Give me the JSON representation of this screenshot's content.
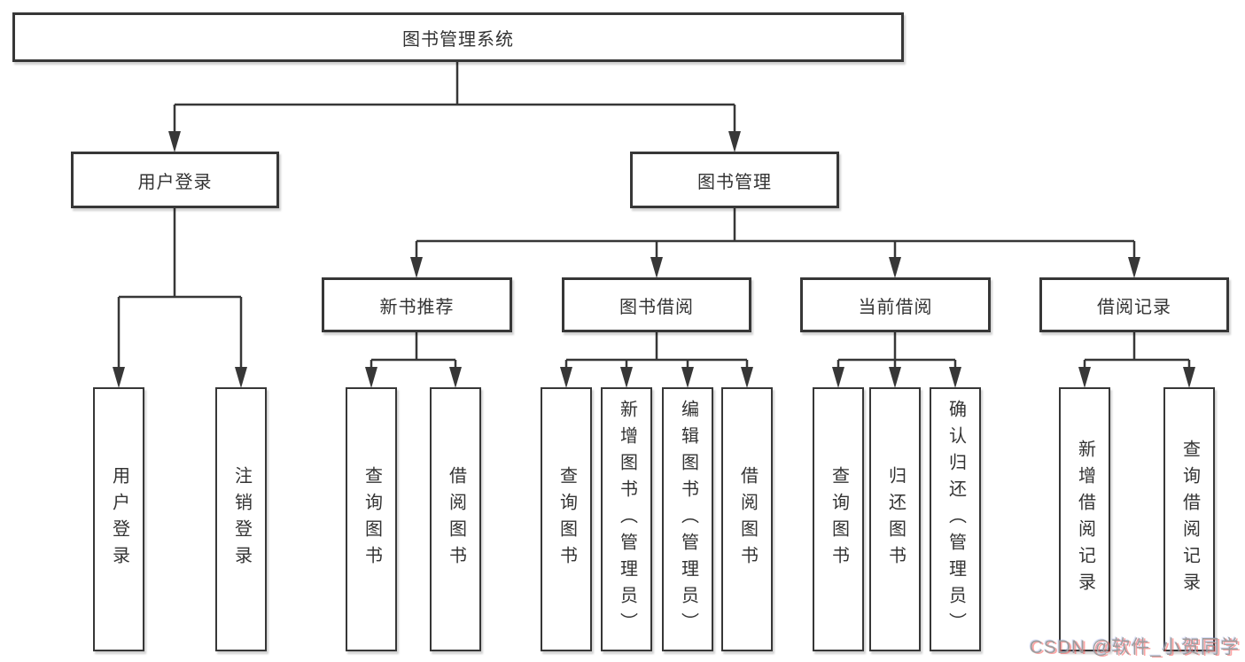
{
  "diagram": {
    "root": {
      "label": "图书管理系统"
    },
    "user_login": {
      "label": "用户登录",
      "children": [
        {
          "label": "用户登录"
        },
        {
          "label": "注销登录"
        }
      ]
    },
    "book_mgmt": {
      "label": "图书管理",
      "children": [
        {
          "label": "新书推荐",
          "children": [
            {
              "label": "查询图书"
            },
            {
              "label": "借阅图书"
            }
          ]
        },
        {
          "label": "图书借阅",
          "children": [
            {
              "label": "查询图书"
            },
            {
              "label": "新增图书（管理员）"
            },
            {
              "label": "编辑图书（管理员）"
            },
            {
              "label": "借阅图书"
            }
          ]
        },
        {
          "label": "当前借阅",
          "children": [
            {
              "label": "查询图书"
            },
            {
              "label": "归还图书"
            },
            {
              "label": "确认归还（管理员）"
            }
          ]
        },
        {
          "label": "借阅记录",
          "children": [
            {
              "label": "新增借阅记录"
            },
            {
              "label": "查询借阅记录"
            }
          ]
        }
      ]
    }
  },
  "watermark": {
    "text": "CSDN @软件_小贺同学"
  },
  "colors": {
    "line": "#373737",
    "text": "#333333",
    "background": "#ffffff",
    "watermark_gray": "#9d9d9d",
    "watermark_accent": "#fc5a5a"
  }
}
